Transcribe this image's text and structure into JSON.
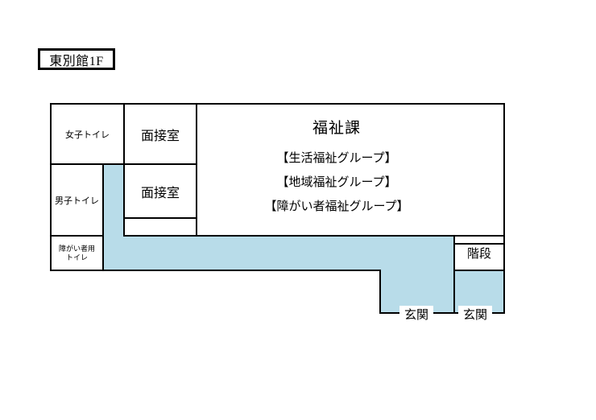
{
  "title": "東別館1F",
  "colors": {
    "corridor_fill": "#b8dce9",
    "line": "#000000",
    "background": "#ffffff"
  },
  "rooms": {
    "women_toilet": "女子トイレ",
    "interview_room_1": "面接室",
    "interview_room_2": "面接室",
    "men_toilet": "男子トイレ",
    "accessible_toilet_line1": "障がい者用",
    "accessible_toilet_line2": "トイレ",
    "welfare_title": "福祉課",
    "welfare_groups": [
      "【生活福祉グループ】",
      "【地域福祉グループ】",
      "【障がい者福祉グループ】"
    ],
    "stairs": "階段",
    "entrance_left": "玄関",
    "entrance_right": "玄関"
  }
}
